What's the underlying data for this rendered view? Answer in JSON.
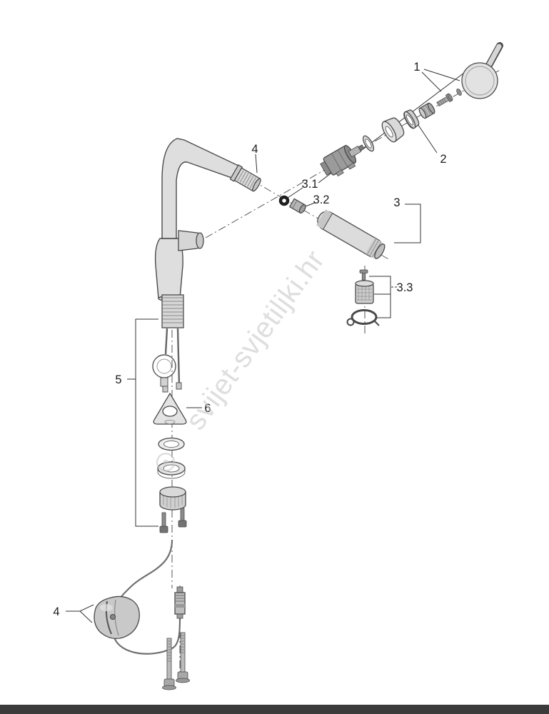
{
  "watermark": {
    "text": "svijet-svjetiljki.hr"
  },
  "labels": {
    "handle_group": "1",
    "cartridge_group": "2",
    "spray_head": "3",
    "spray_oring": "3.1",
    "spray_insert": "3.2",
    "aerator_kit": "3.3",
    "spout_coupling_top": "4",
    "hose_weight_bottom": "4",
    "mounting_kit": "5",
    "stabilizer_plate": "6"
  },
  "colors": {
    "accent_bar": "#3b3b3b",
    "watermark": "#c4c4c4"
  }
}
